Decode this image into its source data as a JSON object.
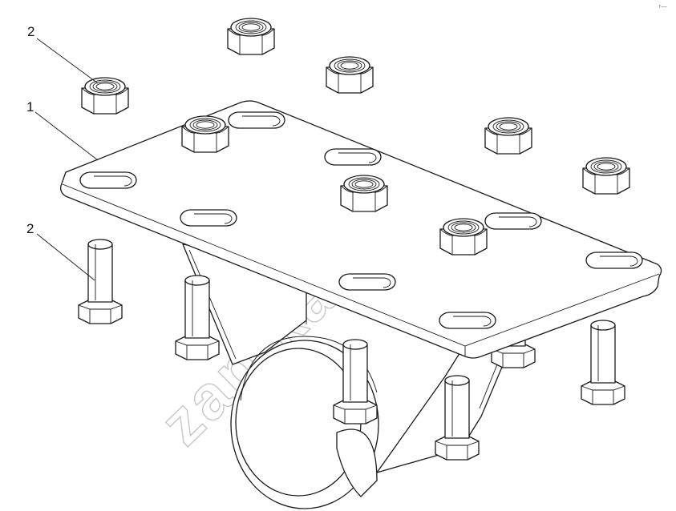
{
  "callouts": [
    {
      "label": "2"
    },
    {
      "label": "1"
    },
    {
      "label": "2"
    }
  ],
  "watermark": "zap-kam.ru",
  "corner_mark": "г—"
}
